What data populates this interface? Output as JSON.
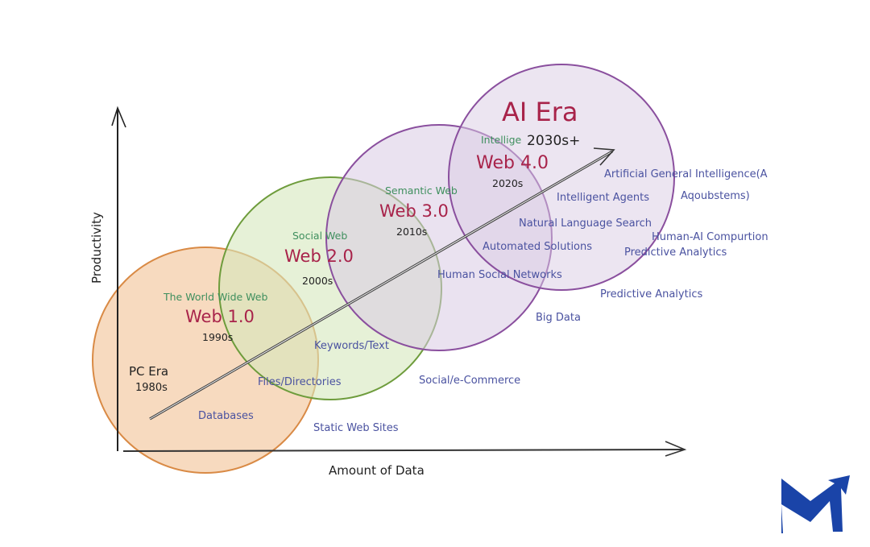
{
  "diagram": {
    "axes": {
      "x_label": "Amount of Data",
      "y_label": "Productivity"
    },
    "eras": [
      {
        "id": "pc-era",
        "name": "PC Era",
        "years": "1980s",
        "subtitle": "",
        "fill": "#f6d3b4",
        "stroke": "#d98a45"
      },
      {
        "id": "web-1",
        "name": "Web 1.0",
        "years": "1990s",
        "subtitle": "The World Wide Web",
        "fill": "#f6d3b4",
        "stroke": "#d98a45"
      },
      {
        "id": "web-2",
        "name": "Web 2.0",
        "years": "2000s",
        "subtitle": "Social Web",
        "fill": "#dcebc7",
        "stroke": "#6e9c3c"
      },
      {
        "id": "web-3",
        "name": "Web 3.0",
        "years": "2010s",
        "subtitle": "Semantic Web",
        "fill": "#e3d8ea",
        "stroke": "#8a4f9e"
      },
      {
        "id": "web-4",
        "name": "Web 4.0",
        "years": "2020s",
        "subtitle": "Intellige",
        "fill": "#e3d8ea",
        "stroke": "#8a4f9e"
      },
      {
        "id": "ai-era",
        "name": "AI Era",
        "years": "2030s+",
        "subtitle": "",
        "fill": "#e8e0ef",
        "stroke": "#8a4f9e"
      }
    ],
    "technologies": [
      "Databases",
      "Files/Directories",
      "Static Web Sites",
      "Keywords/Text",
      "Social/e-Commerce",
      "Human Social Networks",
      "Big Data",
      "Automated Solutions",
      "Natural Language Search",
      "Predictive Analytics",
      "Intelligent Agents",
      "Artificial General Intelligence(A",
      "Aqoubstems)",
      "Human-AI Compurtion",
      "Predictive Analytics"
    ],
    "colors": {
      "era_title": "#a8234a",
      "subtitle": "#3f8f5e",
      "year": "#222222",
      "technology": "#4a52a0",
      "logo": "#1a44a8"
    }
  },
  "logo": {
    "name": "M-arrow logo"
  }
}
